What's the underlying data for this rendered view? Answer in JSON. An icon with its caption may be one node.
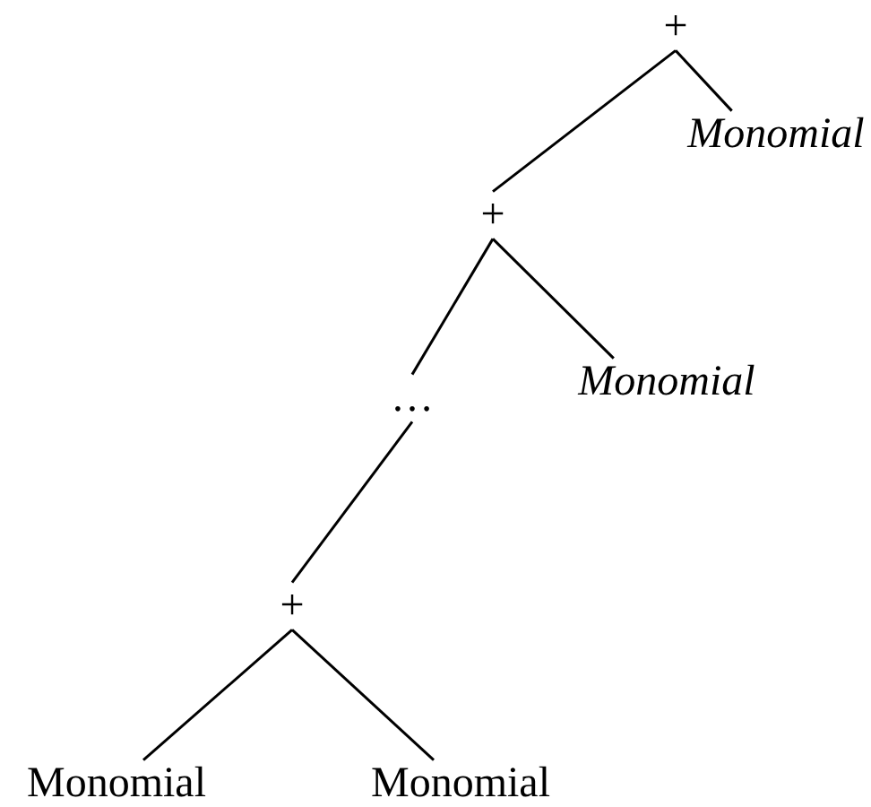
{
  "diagram": {
    "nodes": [
      {
        "text": [
          "+"
        ]
      },
      {
        "text": [
          "Monomial"
        ]
      },
      {
        "text": [
          "+"
        ]
      },
      {
        "text": [
          "Monomial"
        ]
      },
      {
        "text": [
          "…"
        ]
      },
      {
        "text": [
          "+"
        ]
      },
      {
        "text": [
          "Monomial"
        ]
      },
      {
        "text": [
          "Monomial"
        ]
      }
    ],
    "edges": [
      {
        "from": 0,
        "to": 2,
        "arrow": "none"
      },
      {
        "from": 0,
        "to": 1,
        "arrow": "none"
      },
      {
        "from": 2,
        "to": 4,
        "arrow": "none"
      },
      {
        "from": 2,
        "to": 3,
        "arrow": "none"
      },
      {
        "from": 4,
        "to": 5,
        "arrow": "none"
      },
      {
        "from": 5,
        "to": 6,
        "arrow": "none"
      },
      {
        "from": 5,
        "to": 7,
        "arrow": "none"
      }
    ]
  }
}
